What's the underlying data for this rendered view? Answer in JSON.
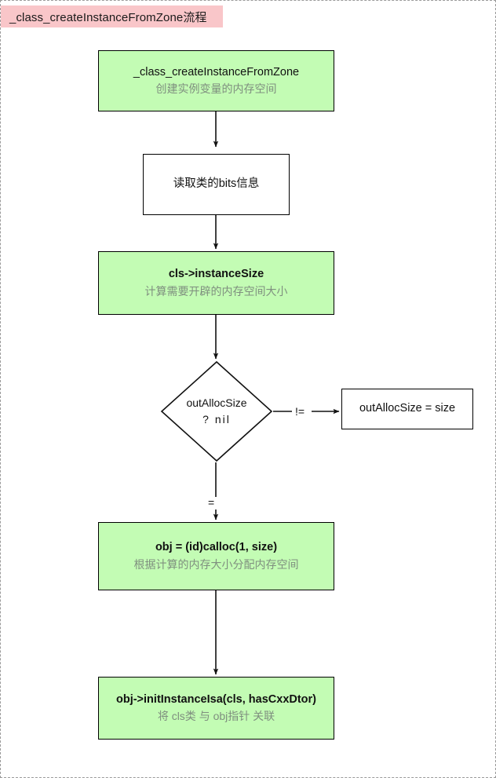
{
  "page": {
    "title_banner": "_class_createInstanceFromZone流程",
    "banner_color": "#f9c6c9",
    "node_green": "#c3fcb4",
    "border_color": "#000000",
    "subtitle_color": "#7f8f7f",
    "canvas_border": "dashed #9a9a9a"
  },
  "chart_data": {
    "type": "diagram",
    "title": "_class_createInstanceFromZone流程",
    "nodes": [
      {
        "id": "n1",
        "shape": "rect",
        "fill": "#c3fcb4",
        "title": "_class_createInstanceFromZone",
        "subtitle": "创建实例变量的内存空间"
      },
      {
        "id": "n2",
        "shape": "rect",
        "fill": "#ffffff",
        "title": "读取类的bits信息",
        "subtitle": ""
      },
      {
        "id": "n3",
        "shape": "rect",
        "fill": "#c3fcb4",
        "title": "cls->instanceSize",
        "subtitle": "计算需要开辟的内存空间大小"
      },
      {
        "id": "n4",
        "shape": "diamond",
        "fill": "#ffffff",
        "title": "outAllocSize",
        "subtitle": "?   nil"
      },
      {
        "id": "n5",
        "shape": "rect",
        "fill": "#ffffff",
        "title": "outAllocSize = size",
        "subtitle": ""
      },
      {
        "id": "n6",
        "shape": "rect",
        "fill": "#c3fcb4",
        "title": "obj = (id)calloc(1, size)",
        "subtitle": "根据计算的内存大小分配内存空间"
      },
      {
        "id": "n7",
        "shape": "rect",
        "fill": "#c3fcb4",
        "title": "obj->initInstanceIsa(cls, hasCxxDtor)",
        "subtitle": "将 cls类 与 obj指针 关联"
      }
    ],
    "edges": [
      {
        "from": "n1",
        "to": "n2",
        "label": ""
      },
      {
        "from": "n2",
        "to": "n3",
        "label": ""
      },
      {
        "from": "n3",
        "to": "n4",
        "label": ""
      },
      {
        "from": "n4",
        "to": "n5",
        "label": "!="
      },
      {
        "from": "n4",
        "to": "n6",
        "label": "="
      },
      {
        "from": "n6",
        "to": "n7",
        "label": ""
      }
    ],
    "edge_labels": [
      "!=",
      "="
    ]
  }
}
